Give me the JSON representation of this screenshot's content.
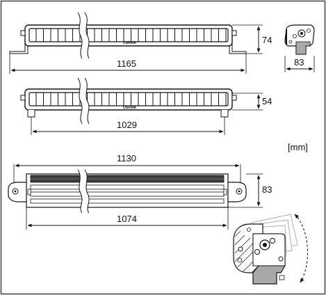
{
  "unit_label": "[mm]",
  "views": {
    "bar_front_1": {
      "brand": "OSRAM",
      "height_label": "74",
      "width_label": "1165"
    },
    "side_bracket": {
      "depth_label": "83"
    },
    "bar_front_2": {
      "brand": "OSRAM",
      "height_label": "54",
      "width_label": "1029"
    },
    "bar_top": {
      "length_label": "1130",
      "depth_label": "83",
      "mount_label": "1074"
    }
  },
  "colors": {
    "line": "#111111",
    "frame": "#444444",
    "bracket_fill": "#a9a9a9",
    "body_fill": "#3c3c3c"
  }
}
